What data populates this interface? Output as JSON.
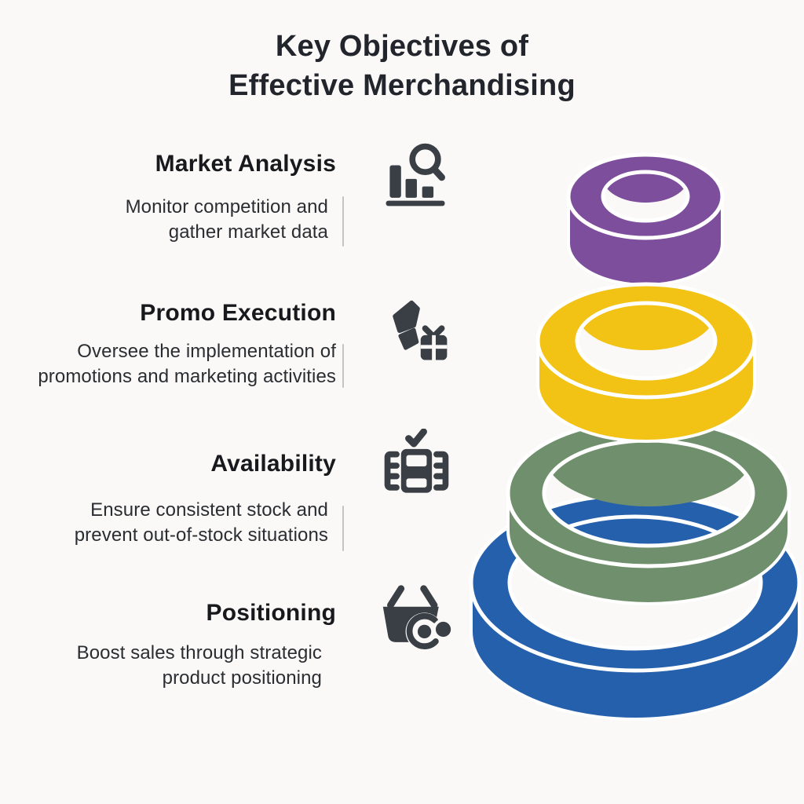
{
  "title": {
    "line1": "Key Objectives of",
    "line2": "Effective Merchandising"
  },
  "sections": [
    {
      "heading": "Market Analysis",
      "description_line1": "Monitor competition and",
      "description_line2": "gather market data",
      "icon": "market-analysis-icon",
      "has_divider": true
    },
    {
      "heading": "Promo Execution",
      "description_line1": "Oversee the implementation of",
      "description_line2": "promotions and marketing activities",
      "icon": "promo-execution-icon",
      "has_divider": true
    },
    {
      "heading": "Availability",
      "description_line1": "Ensure consistent stock and",
      "description_line2": "prevent out-of-stock situations",
      "icon": "availability-icon",
      "has_divider": true
    },
    {
      "heading": "Positioning",
      "description_line1": "Boost sales through strategic",
      "description_line2": "product positioning",
      "icon": "positioning-icon",
      "has_divider": false
    }
  ],
  "pyramid": {
    "type": "stacked-3d-rings",
    "rings": [
      {
        "level": 1,
        "color": "#7d4e9b"
      },
      {
        "level": 2,
        "color": "#f2c214"
      },
      {
        "level": 3,
        "color": "#70906d"
      },
      {
        "level": 4,
        "color": "#2560ac"
      }
    ],
    "outline_color": "#ffffff"
  },
  "colors": {
    "background": "#faf9f7",
    "text": "#22252b",
    "icon": "#3a3f45",
    "divider": "#c4c4c4"
  }
}
